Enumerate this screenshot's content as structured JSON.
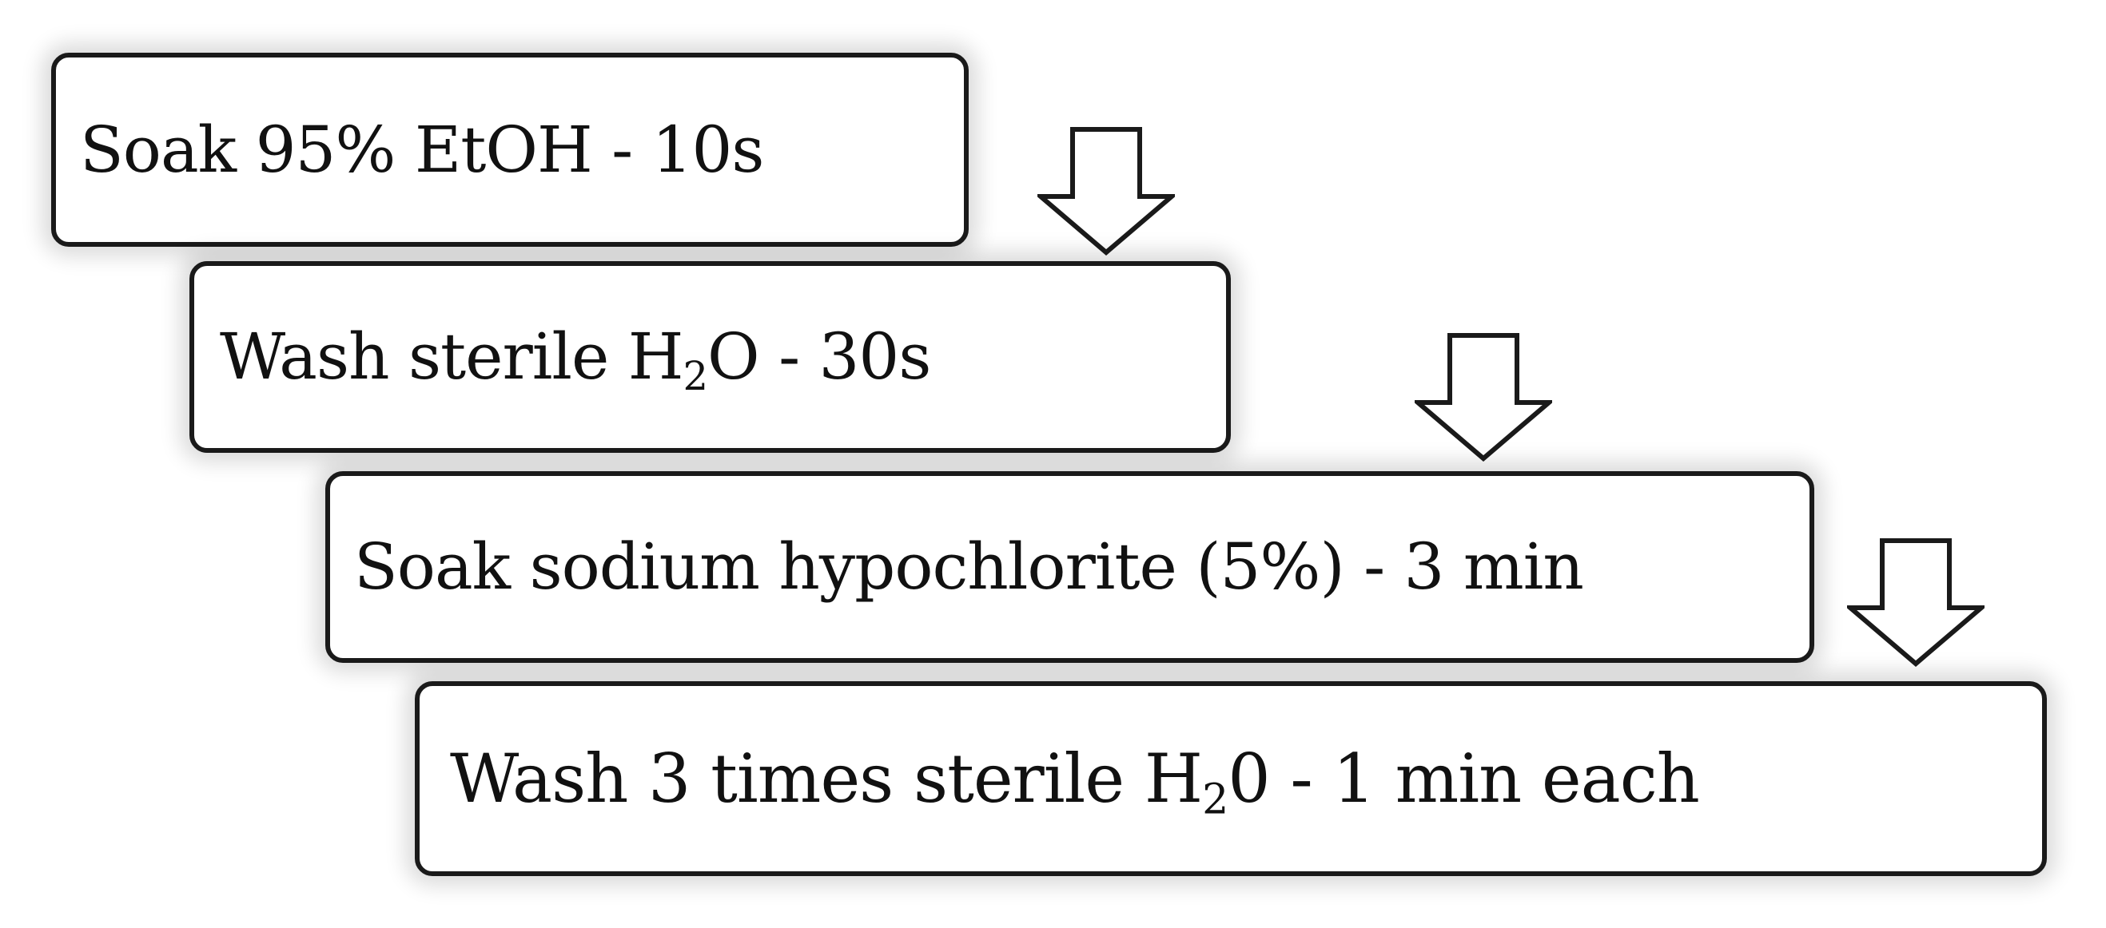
{
  "steps": [
    {
      "text": "Soak 95% EtOH - 10s"
    },
    {
      "pre": "Wash sterile H",
      "sub": "2",
      "post": "O - 30s"
    },
    {
      "text": "Soak sodium hypochlorite (5%) - 3 min"
    },
    {
      "pre": "Wash 3 times sterile H",
      "sub": "2",
      "post": "0 - 1 min each"
    }
  ],
  "arrows": [
    {
      "icon": "down-arrow-icon",
      "direction": "down"
    },
    {
      "icon": "down-arrow-icon",
      "direction": "down"
    },
    {
      "icon": "down-arrow-icon",
      "direction": "down"
    }
  ],
  "colors": {
    "border": "#1a1a1a",
    "text": "#111111",
    "box_fill": "#ffffff"
  }
}
